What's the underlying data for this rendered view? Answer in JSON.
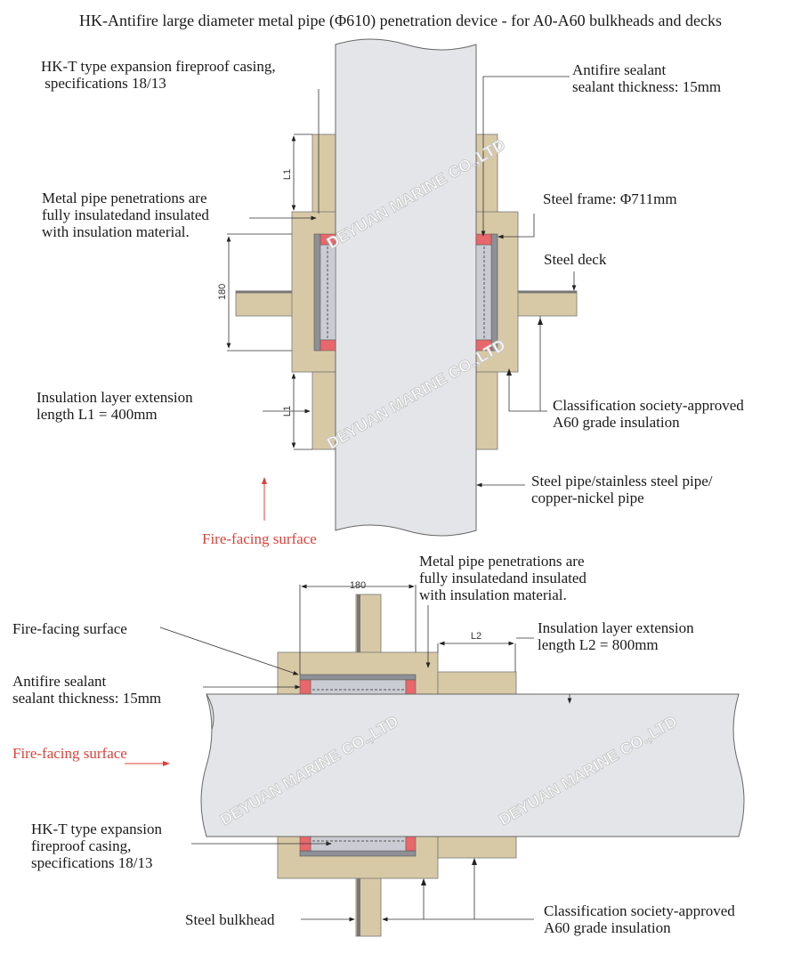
{
  "title": "HK-Antifire large diameter metal pipe (Φ610) penetration device - for A0-A60 bulkheads and decks",
  "watermark": "DEYUAN MARINE CO.,LTD",
  "colors": {
    "insulation": "#d8c9a6",
    "pipe": "#e4e5e8",
    "sealant": "#e8676a",
    "frame": "#8d9096",
    "fire_label": "#e0403a"
  },
  "deck_view": {
    "casing": [
      "HK-T type expansion fireproof casing,",
      " specifications 18/13"
    ],
    "sealant": [
      "Antifire sealant",
      "sealant thickness: 15mm"
    ],
    "penetration": [
      "Metal pipe penetrations are",
      "fully insulatedand insulated",
      "with insulation material."
    ],
    "steel_frame": "Steel frame: Φ711mm",
    "steel_deck": "Steel deck",
    "extension": [
      "Insulation layer extension",
      "length L1 = 400mm"
    ],
    "a60": [
      "Classification society-approved",
      "A60 grade insulation"
    ],
    "pipe": [
      "Steel pipe/stainless steel pipe/",
      "copper-nickel pipe"
    ],
    "fire_facing": "Fire-facing surface",
    "dim_l1": "L1",
    "dim_180": "180"
  },
  "bulkhead_view": {
    "penetration": [
      "Metal pipe penetrations are",
      "fully insulatedand insulated",
      "with insulation material."
    ],
    "fire_facing_label": "Fire-facing surface",
    "extension": [
      "Insulation layer extension",
      "length L2 = 800mm"
    ],
    "sealant": [
      "Antifire sealant",
      "sealant thickness: 15mm"
    ],
    "fire_facing": "Fire-facing surface",
    "casing": [
      "HK-T type expansion",
      "fireproof casing,",
      "specifications 18/13"
    ],
    "steel_bulkhead": "Steel bulkhead",
    "a60": [
      "Classification society-approved",
      "A60 grade insulation"
    ],
    "dim_180": "180",
    "dim_l2": "L2"
  }
}
